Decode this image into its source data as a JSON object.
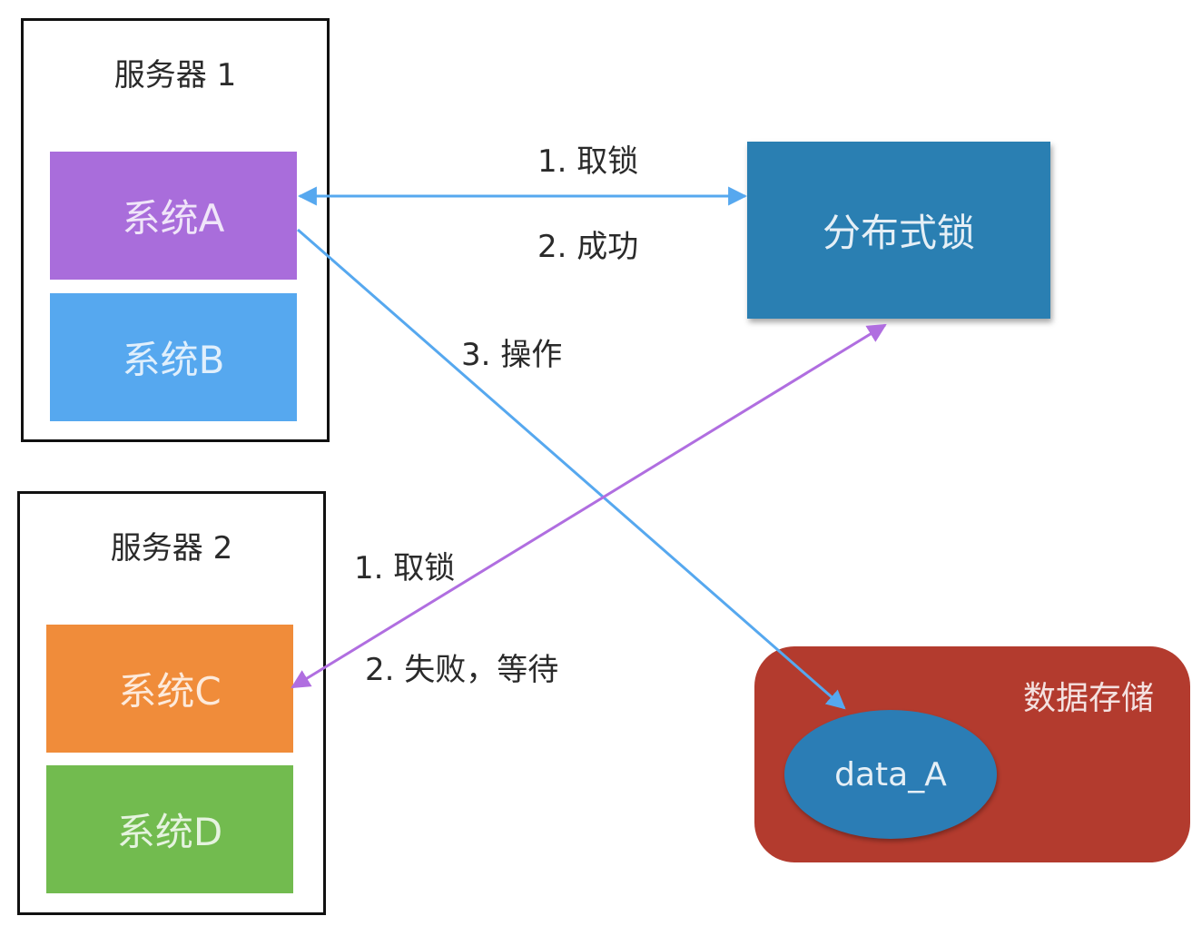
{
  "servers": [
    {
      "title": "服务器 1",
      "systems": [
        {
          "label": "系统A",
          "color": "#a96ddb"
        },
        {
          "label": "系统B",
          "color": "#56a8ef"
        }
      ]
    },
    {
      "title": "服务器 2",
      "systems": [
        {
          "label": "系统C",
          "color": "#f08c3a"
        },
        {
          "label": "系统D",
          "color": "#72bb4f"
        }
      ]
    }
  ],
  "lock": {
    "label": "分布式锁",
    "color": "#2a7fb2"
  },
  "storage": {
    "title": "数据存储",
    "color": "#b33b2e",
    "item": {
      "label": "data_A",
      "color": "#2b7db5"
    }
  },
  "arrows": {
    "a_to_lock": {
      "step1": "1. 取锁",
      "step2": "2. 成功",
      "color": "#56a8ef"
    },
    "a_to_data": {
      "step3": "3. 操作",
      "color": "#56a8ef"
    },
    "c_to_lock": {
      "step1": "1. 取锁",
      "step2": "2. 失败，等待",
      "color": "#b06ee0"
    }
  }
}
